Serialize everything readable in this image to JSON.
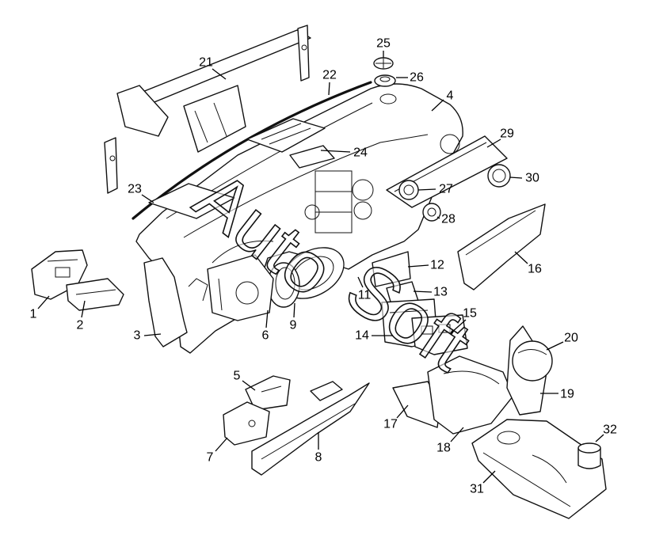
{
  "callouts": [
    "1",
    "2",
    "3",
    "4",
    "5",
    "6",
    "7",
    "8",
    "9",
    "11",
    "12",
    "13",
    "14",
    "15",
    "16",
    "17",
    "18",
    "19",
    "20",
    "21",
    "22",
    "23",
    "24",
    "25",
    "26",
    "27",
    "28",
    "29",
    "30",
    "31",
    "32"
  ],
  "watermark": [
    "Auto",
    "Soft"
  ],
  "colors": {
    "line": "#111111",
    "background": "#ffffff"
  }
}
